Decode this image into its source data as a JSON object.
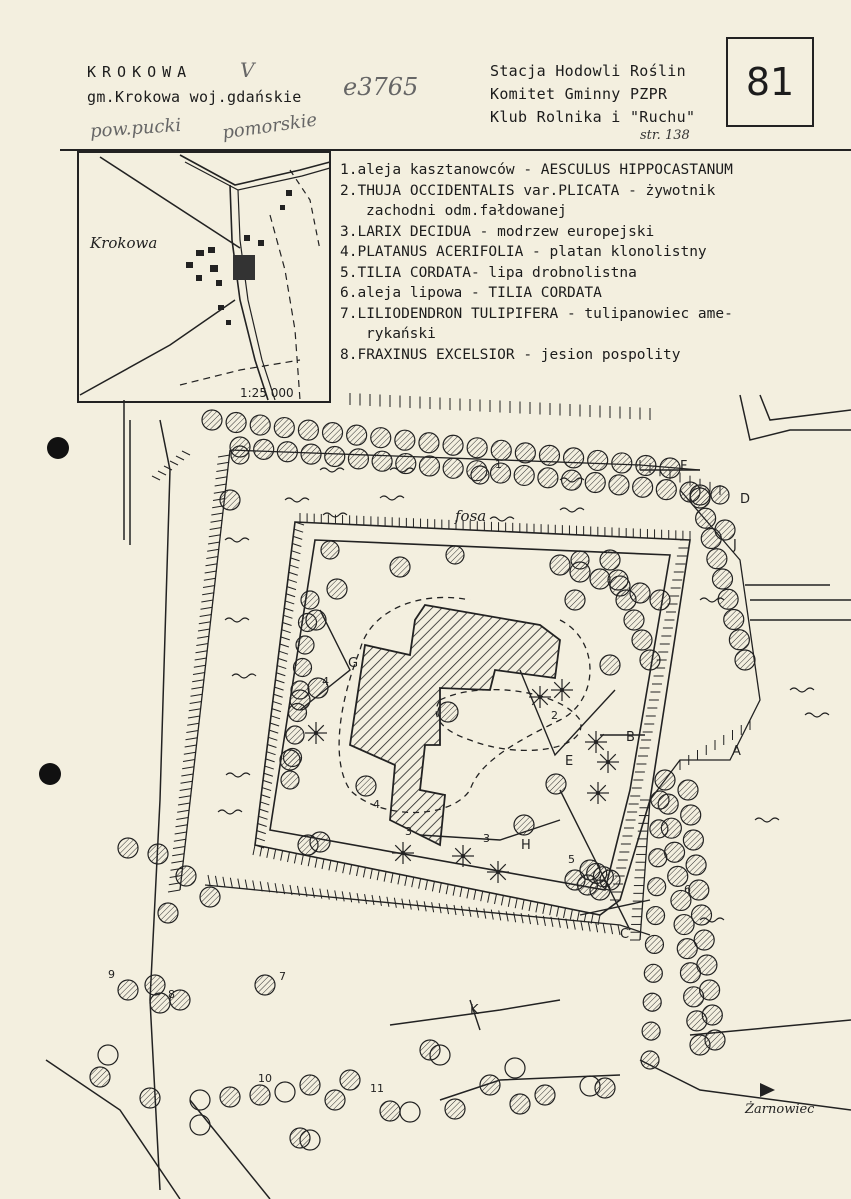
{
  "header": {
    "place": "KROKOWA",
    "place_mark": "V",
    "admin": "gm.Krokowa woj.gdańskie",
    "handwritten_code": "e3765",
    "handwritten_pow": "pow.pucki",
    "handwritten_region": "pomorskie",
    "institutions": [
      "Stacja Hodowli Roślin",
      "Komitet Gminny PZPR",
      "Klub Rolnika i \"Ruchu\""
    ],
    "page_ref": "str. 138",
    "doc_number": "81"
  },
  "inset_map": {
    "town": "Krokowa",
    "scale": "1:25 000"
  },
  "legend": [
    {
      "text": "1.aleja kasztanowców - AESCULUS HIPPOCASTANUM"
    },
    {
      "text": "2.THUJA OCCIDENTALIS var.PLICATA - żywotnik"
    },
    {
      "text": "zachodni odm.fałdowanej",
      "indent": true
    },
    {
      "text": "3.LARIX DECIDUA - modrzew europejski"
    },
    {
      "text": "4.PLATANUS ACERIFOLIA - platan klonolistny"
    },
    {
      "text": "5.TILIA CORDATA- lipa drobnolistna"
    },
    {
      "text": "6.aleja lipowa - TILIA CORDATA"
    },
    {
      "text": "7.LILIODENDRON TULIPIFERA - tulipanowiec ame-"
    },
    {
      "text": "rykański",
      "indent": true
    },
    {
      "text": "8.FRAXINUS EXCELSIOR - jesion pospolity"
    }
  ],
  "plan_labels": {
    "moat": "fosa",
    "direction": "Żarnowiec",
    "letters": [
      "F",
      "D",
      "J",
      "G",
      "E",
      "B",
      "A",
      "H",
      "C",
      "K"
    ],
    "numbers": [
      "1",
      "2",
      "3",
      "3",
      "4",
      "4",
      "5",
      "6",
      "7",
      "8",
      "9",
      "10",
      "11"
    ]
  }
}
